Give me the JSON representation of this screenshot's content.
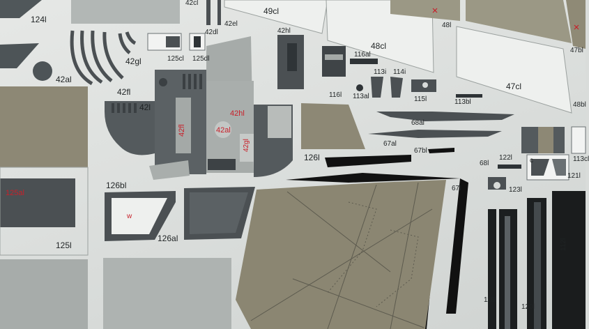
{
  "colors": {
    "paper": "#e4e6e4",
    "dark_grey": "#4b5053",
    "mid_grey": "#6a7073",
    "light_grey": "#aeb3b1",
    "khaki": "#8f8a76",
    "black": "#111111",
    "red_text": "#c8202a"
  },
  "labels": {
    "l124": "124l",
    "l42cl": "42cl",
    "l42el": "42el",
    "l49cl": "49cl",
    "l48cl": "48cl",
    "l48l": "48l",
    "l42dl": "42dl",
    "l42hl_top": "42hl",
    "l42gl": "42gl",
    "l125cl": "125cl",
    "l125dl": "125dl",
    "l116al": "116al",
    "l113i": "113i",
    "l114i": "114i",
    "l116l": "116l",
    "l113al": "113al",
    "l115l": "115l",
    "l113bl": "113bl",
    "l47bl": "47bl",
    "l47cl": "47cl",
    "l48bl": "48bl",
    "l42al": "42al",
    "l42fl": "42fl",
    "l42l": "42l",
    "l42hl_red": "42hl",
    "l42fl_red": "42fl",
    "l42al_red": "42al",
    "l42gl_red": "42gl",
    "l68al": "68al",
    "l67al": "67al",
    "l67bl": "67bl",
    "l126l": "126l",
    "l68l": "68l",
    "l67l": "67l",
    "l122l": "122l",
    "l121l": "121l",
    "l123l": "123l",
    "l113cl": "113cl",
    "l112l": "112l",
    "l125al": "125al",
    "l126bl": "126bl",
    "l126al": "126al",
    "l125l": "125l",
    "lw": "w",
    "l118l": "118l",
    "l120l": "120l",
    "lc": "c"
  }
}
